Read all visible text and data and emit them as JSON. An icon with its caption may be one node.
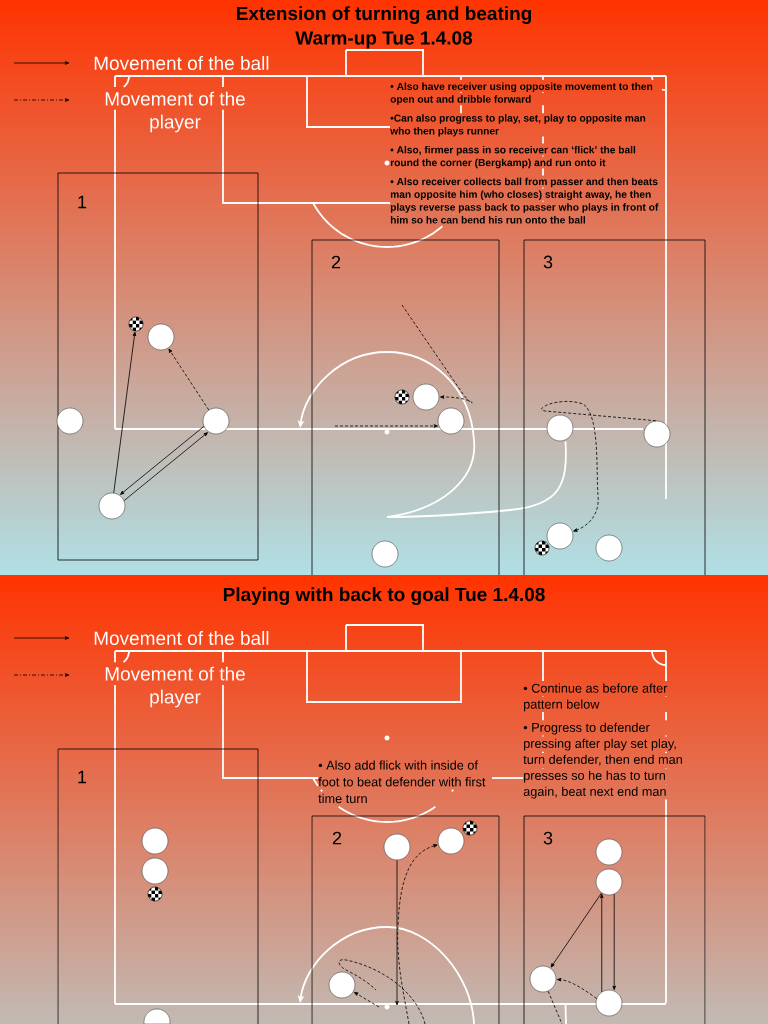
{
  "diagram": {
    "nodes": [
      {
        "text": [
          "1"
        ]
      },
      {
        "text": [],
        "shape": "ball",
        "in": 0
      },
      {
        "text": [],
        "shape": "circle",
        "in": 0
      },
      {
        "text": [],
        "shape": "circle",
        "in": 0
      },
      {
        "text": [],
        "shape": "circle",
        "in": 0
      },
      {
        "text": [],
        "shape": "circle",
        "in": 0
      },
      {
        "text": [
          "2"
        ]
      },
      {
        "text": [],
        "shape": "ball",
        "in": 6
      },
      {
        "text": [],
        "shape": "circle",
        "in": 6
      },
      {
        "text": [],
        "shape": "circle",
        "in": 6
      },
      {
        "text": [],
        "shape": "circle",
        "in": 6
      },
      {
        "text": [
          "3"
        ]
      },
      {
        "text": [],
        "shape": "circle",
        "in": 11
      },
      {
        "text": [],
        "shape": "circle",
        "in": 11
      },
      {
        "text": [],
        "shape": "circle",
        "in": 11
      },
      {
        "text": [],
        "shape": "ball",
        "in": 11
      },
      {
        "text": [],
        "shape": "circle",
        "in": 11
      },
      {
        "text": [
          "1"
        ]
      },
      {
        "text": [],
        "shape": "circle",
        "in": 17
      },
      {
        "text": [],
        "shape": "circle",
        "in": 17
      },
      {
        "text": [],
        "shape": "ball",
        "in": 17
      },
      {
        "text": [],
        "shape": "circle",
        "in": 17
      },
      {
        "text": [
          "2"
        ]
      },
      {
        "text": [],
        "shape": "circle",
        "in": 22
      },
      {
        "text": [],
        "shape": "circle",
        "in": 22
      },
      {
        "text": [],
        "shape": "ball",
        "in": 22
      },
      {
        "text": [],
        "shape": "circle",
        "in": 22
      },
      {
        "text": [
          "3"
        ]
      },
      {
        "text": [],
        "shape": "circle",
        "in": 27
      },
      {
        "text": [],
        "shape": "circle",
        "in": 27
      },
      {
        "text": [],
        "shape": "circle",
        "in": 27
      },
      {
        "text": [],
        "shape": "circle",
        "in": 27
      }
    ],
    "edges": [
      {
        "from": 5,
        "to": 1,
        "arrow": "to"
      },
      {
        "from": 4,
        "to": 2,
        "arrow": "to",
        "style": "dashed"
      },
      {
        "from": 4,
        "to": 5,
        "arrow": "to"
      },
      {
        "from": 5,
        "to": 4,
        "arrow": "to"
      },
      {
        "from": null,
        "to": 9,
        "arrow": "to",
        "style": "dashed"
      },
      {
        "from": null,
        "to": 8,
        "arrow": "to",
        "style": "dashed"
      },
      {
        "from": 13,
        "to": 14,
        "arrow": "to",
        "style": "dashed"
      },
      {
        "from": 23,
        "to": null,
        "arrow": "to"
      },
      {
        "from": null,
        "to": 26,
        "arrow": "to",
        "style": "dashed"
      },
      {
        "from": null,
        "to": 24,
        "arrow": "to",
        "style": "dashed"
      },
      {
        "from": 29,
        "to": 30,
        "arrow": "to"
      },
      {
        "from": 31,
        "to": 29,
        "arrow": "to"
      },
      {
        "from": 29,
        "to": 31,
        "arrow": "to"
      },
      {
        "from": 31,
        "to": 30,
        "arrow": "to",
        "style": "dashed"
      },
      {
        "from": 30,
        "to": null,
        "arrow": "none",
        "style": "dashed"
      }
    ],
    "labels": [
      "Extension of turning and beating Warm-up Tue 1.4.08",
      "• Also have receiver using opposite movement to then open out and dribble forward",
      "•Can also progress to play, set, play to opposite man who then plays runner",
      "• Also, firmer pass in so receiver can ‘flick’ the ball round the corner (Bergkamp) and run onto it",
      "• Also receiver collects ball from passer and then beats man opposite him (who closes) straight away, he then plays reverse pass back to passer who plays in front of him so he can bend his run onto the ball",
      "Playing with back to goal Tue 1.4.08",
      "• Continue as before after pattern below",
      "• Progress to defender pressing after play set play, turn defender, then end man presses so he has to turn again, beat next end man",
      "• Also add flick with inside of foot to beat defender with first time turn"
    ],
    "legend": [
      {
        "text": "Movement of the ball"
      },
      {
        "text": "Movement of the player"
      },
      {
        "text": "Movement of the ball"
      },
      {
        "text": "Movement of the player"
      }
    ]
  }
}
